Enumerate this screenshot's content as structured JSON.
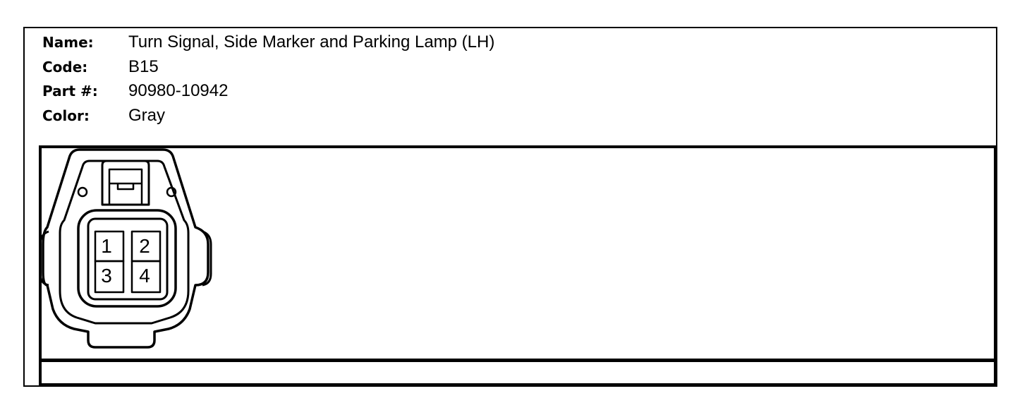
{
  "connector": {
    "name_label": "Name:",
    "name": "Turn Signal, Side Marker and Parking Lamp (LH)",
    "code_label": "Code:",
    "code": "B15",
    "part_label": "Part #:",
    "part_number": "90980-10942",
    "color_label": "Color:",
    "color": "Gray"
  },
  "pins": [
    "1",
    "2",
    "3",
    "4"
  ]
}
